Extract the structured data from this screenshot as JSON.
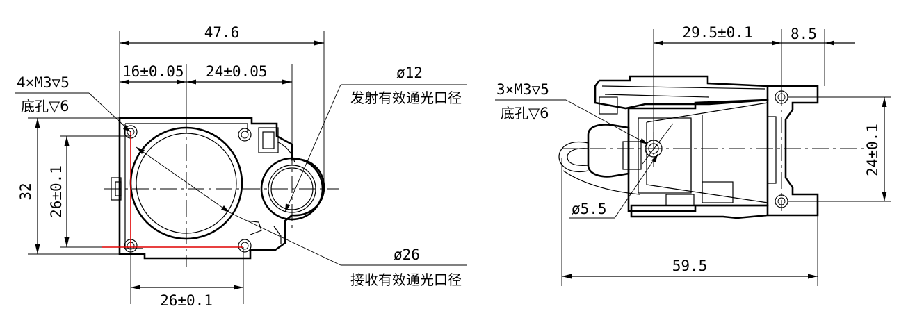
{
  "colors": {
    "line": "#000000",
    "accent": "#e00000",
    "background": "#ffffff"
  },
  "left_view": {
    "dim_width": "47.6",
    "dim_offset_left": "16±0.05",
    "dim_offset_mid": "24±0.05",
    "dim_bottom": "26±0.1",
    "dim_height": "32",
    "dim_hole_vertical": "26±0.1",
    "hole_callout_line1": "4×M3",
    "hole_callout_depth": "5",
    "hole_callout_line2_prefix": "底孔",
    "hole_callout_line2_depth": "6",
    "emit_diameter": "ø12",
    "emit_label": "发射有效通光口径",
    "receive_diameter": "ø26",
    "receive_label": "接收有效通光口径"
  },
  "right_view": {
    "dim_top": "29.5±0.1",
    "dim_top_right": "8.5",
    "dim_bottom": "59.5",
    "dim_vertical": "24±0.1",
    "hole_callout_line1": "3×M3",
    "hole_callout_depth": "5",
    "hole_callout_line2_prefix": "底孔",
    "hole_callout_line2_depth": "6",
    "small_diameter": "ø5.5"
  }
}
